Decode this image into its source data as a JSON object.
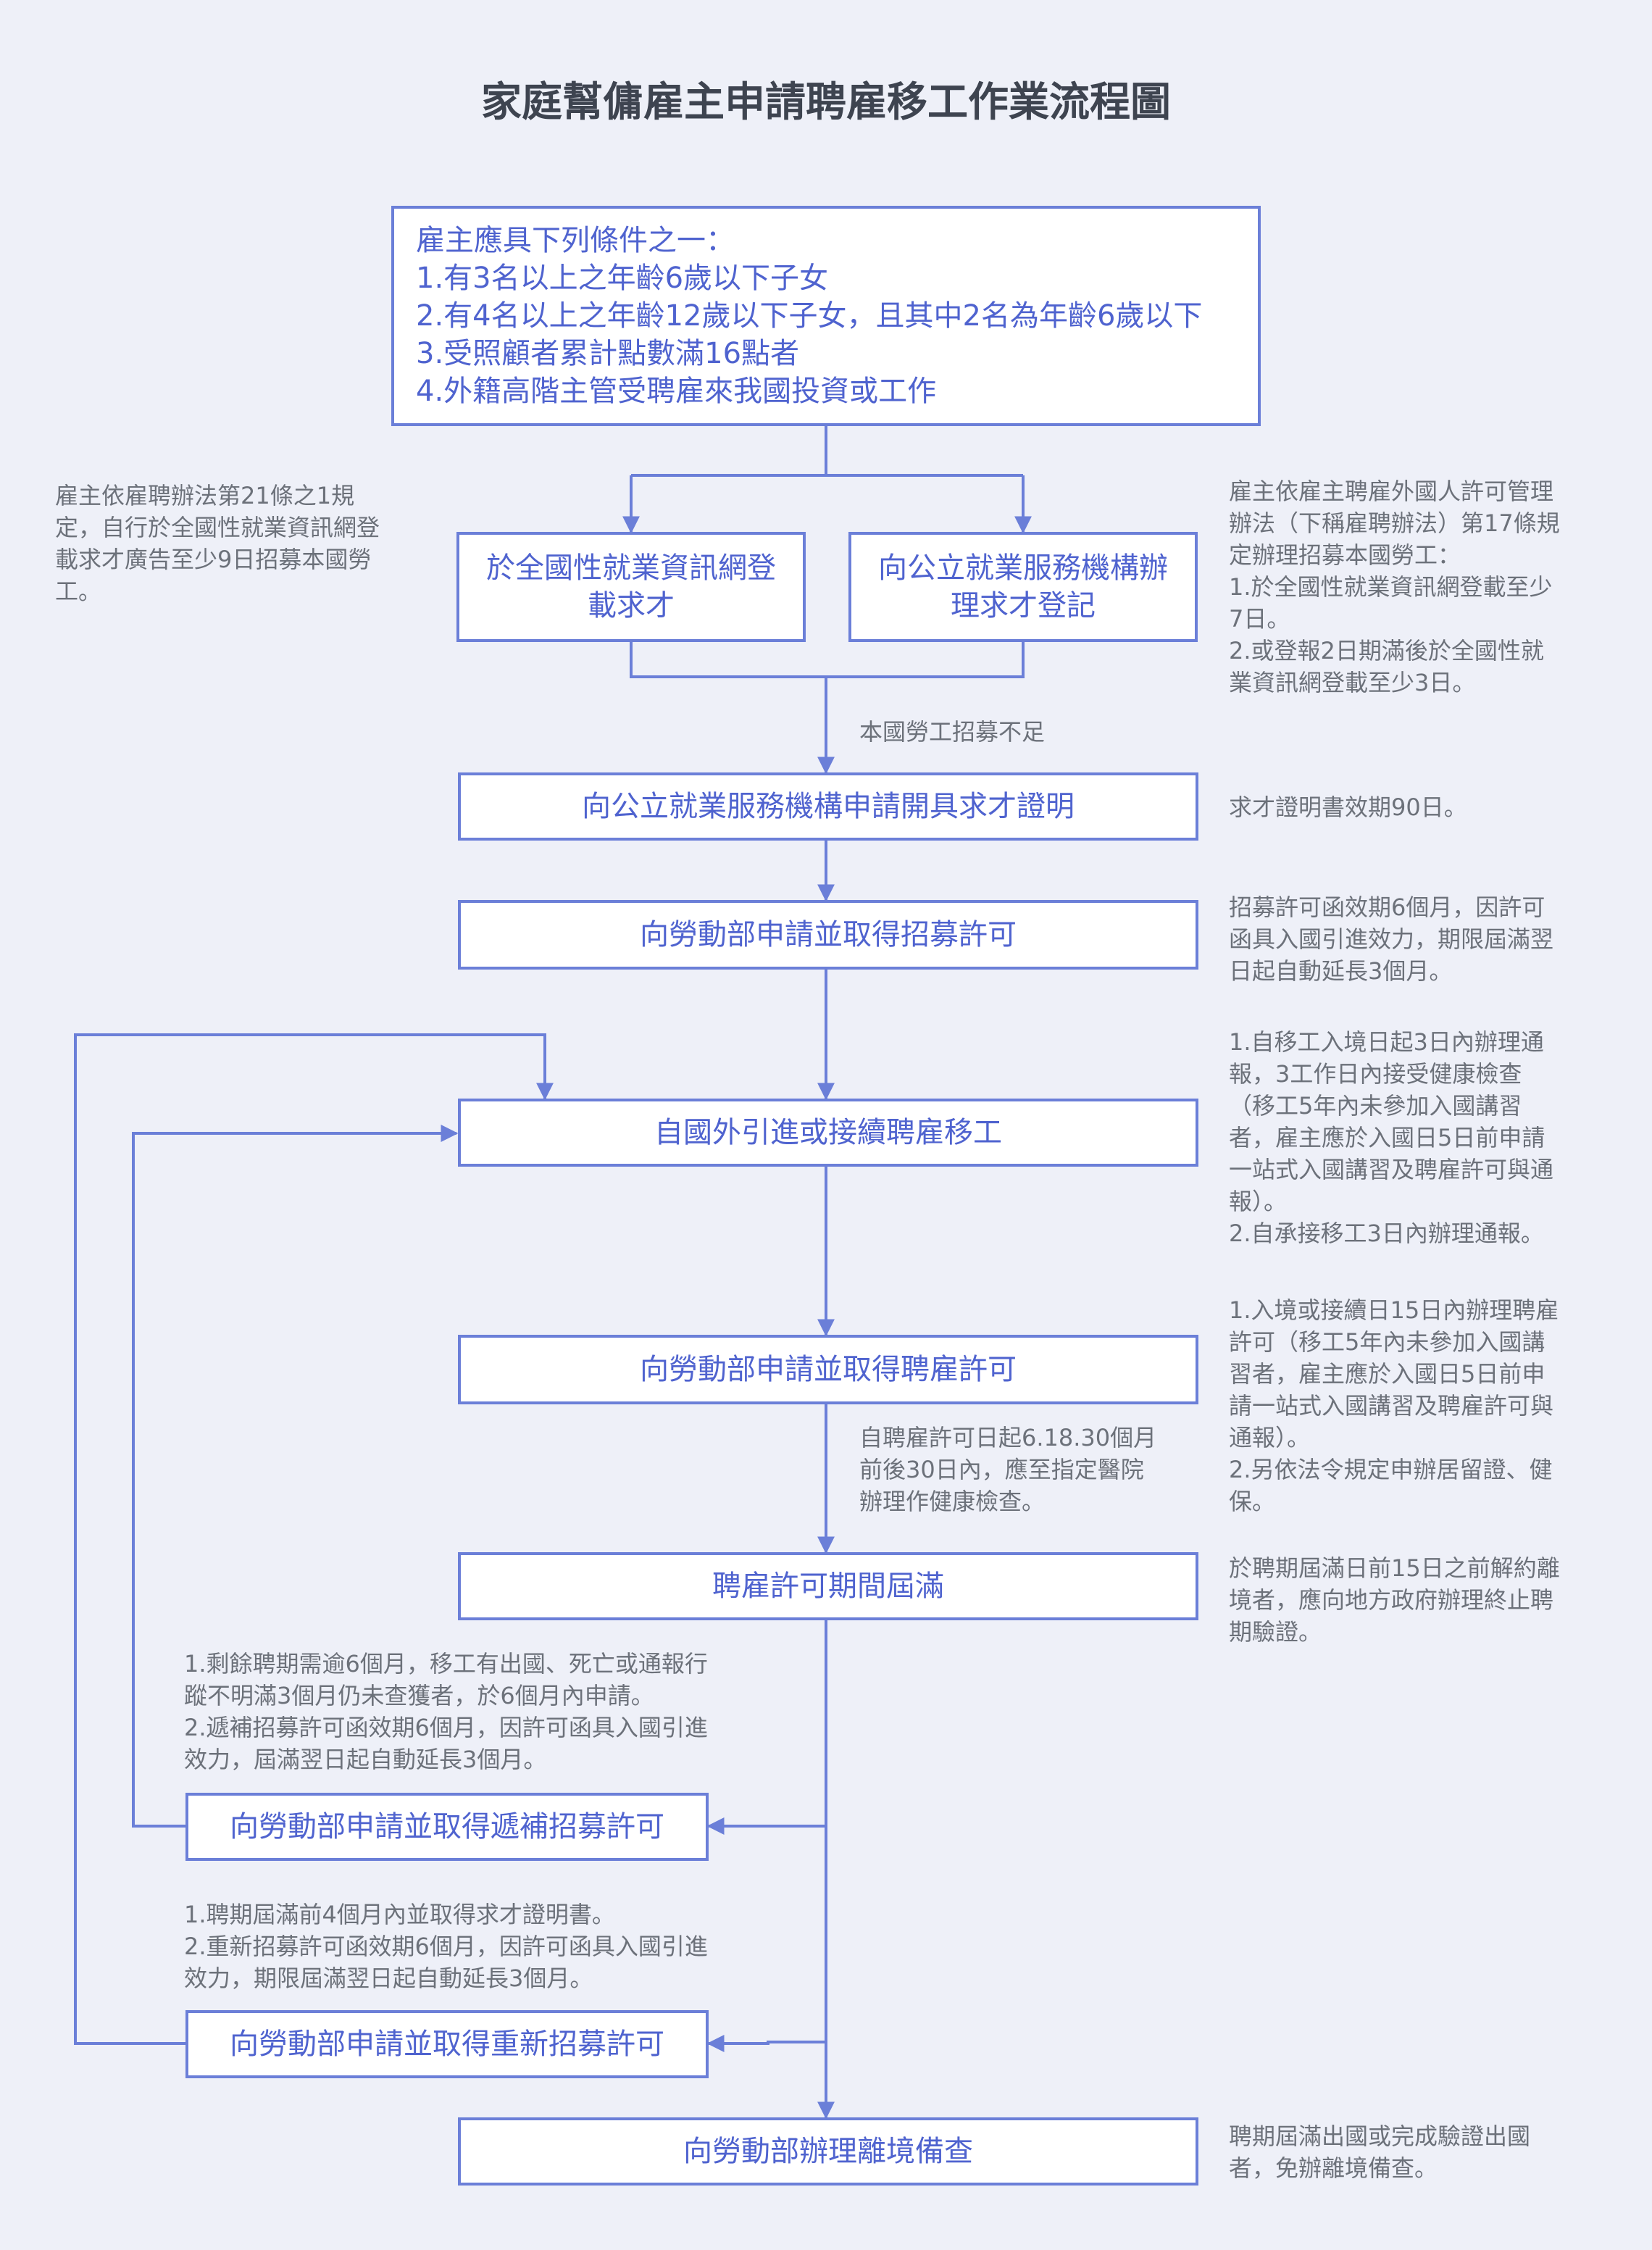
{
  "title": "家庭幫傭雇主申請聘雇移工作業流程圖",
  "colors": {
    "accent": "#6b7fd8",
    "box_text": "#4f63cf",
    "note_text": "#6c717a",
    "background": "#eef0f8"
  },
  "boxes": {
    "conditions": [
      "雇主應具下列條件之一：",
      "1.有3名以上之年齡6歲以下子女",
      "2.有4名以上之年齡12歲以下子女，且其中2名為年齡6歲以下",
      "3.受照顧者累計點數滿16點者",
      "4.外籍高階主管受聘雇來我國投資或工作"
    ],
    "national_job_bank": [
      "於全國性就業資訊網登",
      "載求才"
    ],
    "public_employment_register": [
      "向公立就業服務機構辦",
      "理求才登記"
    ],
    "certificate": [
      "向公立就業服務機構申請開具求才證明"
    ],
    "recruitment_permit": [
      "向勞動部申請並取得招募許可"
    ],
    "introduce_worker": [
      "自國外引進或接續聘雇移工"
    ],
    "employment_permit": [
      "向勞動部申請並取得聘雇許可"
    ],
    "permit_expiry": [
      "聘雇許可期間屆滿"
    ],
    "replacement_permit": [
      "向勞動部申請並取得遞補招募許可"
    ],
    "new_recruitment_permit": [
      "向勞動部申請並取得重新招募許可"
    ],
    "departure_record": [
      "向勞動部辦理離境備查"
    ]
  },
  "notes": {
    "left_article": [
      "雇主依雇聘辦法第21條之1規",
      "定，自行於全國性就業資訊網登",
      "載求才廣告至少9日招募本國勞",
      "工。"
    ],
    "right_article": [
      "雇主依雇主聘雇外國人許可管理",
      "辦法（下稱雇聘辦法）第17條規",
      "定辦理招募本國勞工：",
      "1.於全國性就業資訊網登載至少",
      "7日。",
      "2.或登報2日期滿後於全國性就",
      "業資訊網登載至少3日。"
    ],
    "insufficient": [
      "本國勞工招募不足"
    ],
    "certificate_validity": [
      "求才證明書效期90日。"
    ],
    "recruitment_validity": [
      "招募許可函效期6個月，因許可",
      "函具入國引進效力，期限屆滿翌",
      "日起自動延長3個月。"
    ],
    "introduce_note": [
      "1.自移工入境日起3日內辦理通",
      "報，3工作日內接受健康檢查",
      "（移工5年內未參加入國講習",
      "者，雇主應於入國日5日前申請",
      "一站式入國講習及聘雇許可與通",
      "報）。",
      "2.自承接移工3日內辦理通報。"
    ],
    "employment_note": [
      "1.入境或接續日15日內辦理聘雇",
      "許可（移工5年內未參加入國講",
      "習者，雇主應於入國日5日前申",
      "請一站式入國講習及聘雇許可與",
      "通報）。",
      "2.另依法令規定申辦居留證、健",
      "保。"
    ],
    "health_check": [
      "自聘雇許可日起6.18.30個月",
      "前後30日內，應至指定醫院",
      "辦理作健康檢查。"
    ],
    "expiry_note": [
      "於聘期屆滿日前15日之前解約離",
      "境者，應向地方政府辦理終止聘",
      "期驗證。"
    ],
    "replacement_note": [
      "1.剩餘聘期需逾6個月，移工有出國、死亡或通報行",
      "蹤不明滿3個月仍未查獲者，於6個月內申請。",
      "2.遞補招募許可函效期6個月，因許可函具入國引進",
      "效力，屆滿翌日起自動延長3個月。"
    ],
    "new_recruitment_note": [
      "1.聘期屆滿前4個月內並取得求才證明書。",
      "2.重新招募許可函效期6個月，因許可函具入國引進",
      "效力，期限屆滿翌日起自動延長3個月。"
    ],
    "departure_note": [
      "聘期屆滿出國或完成驗證出國",
      "者，免辦離境備查。"
    ]
  }
}
